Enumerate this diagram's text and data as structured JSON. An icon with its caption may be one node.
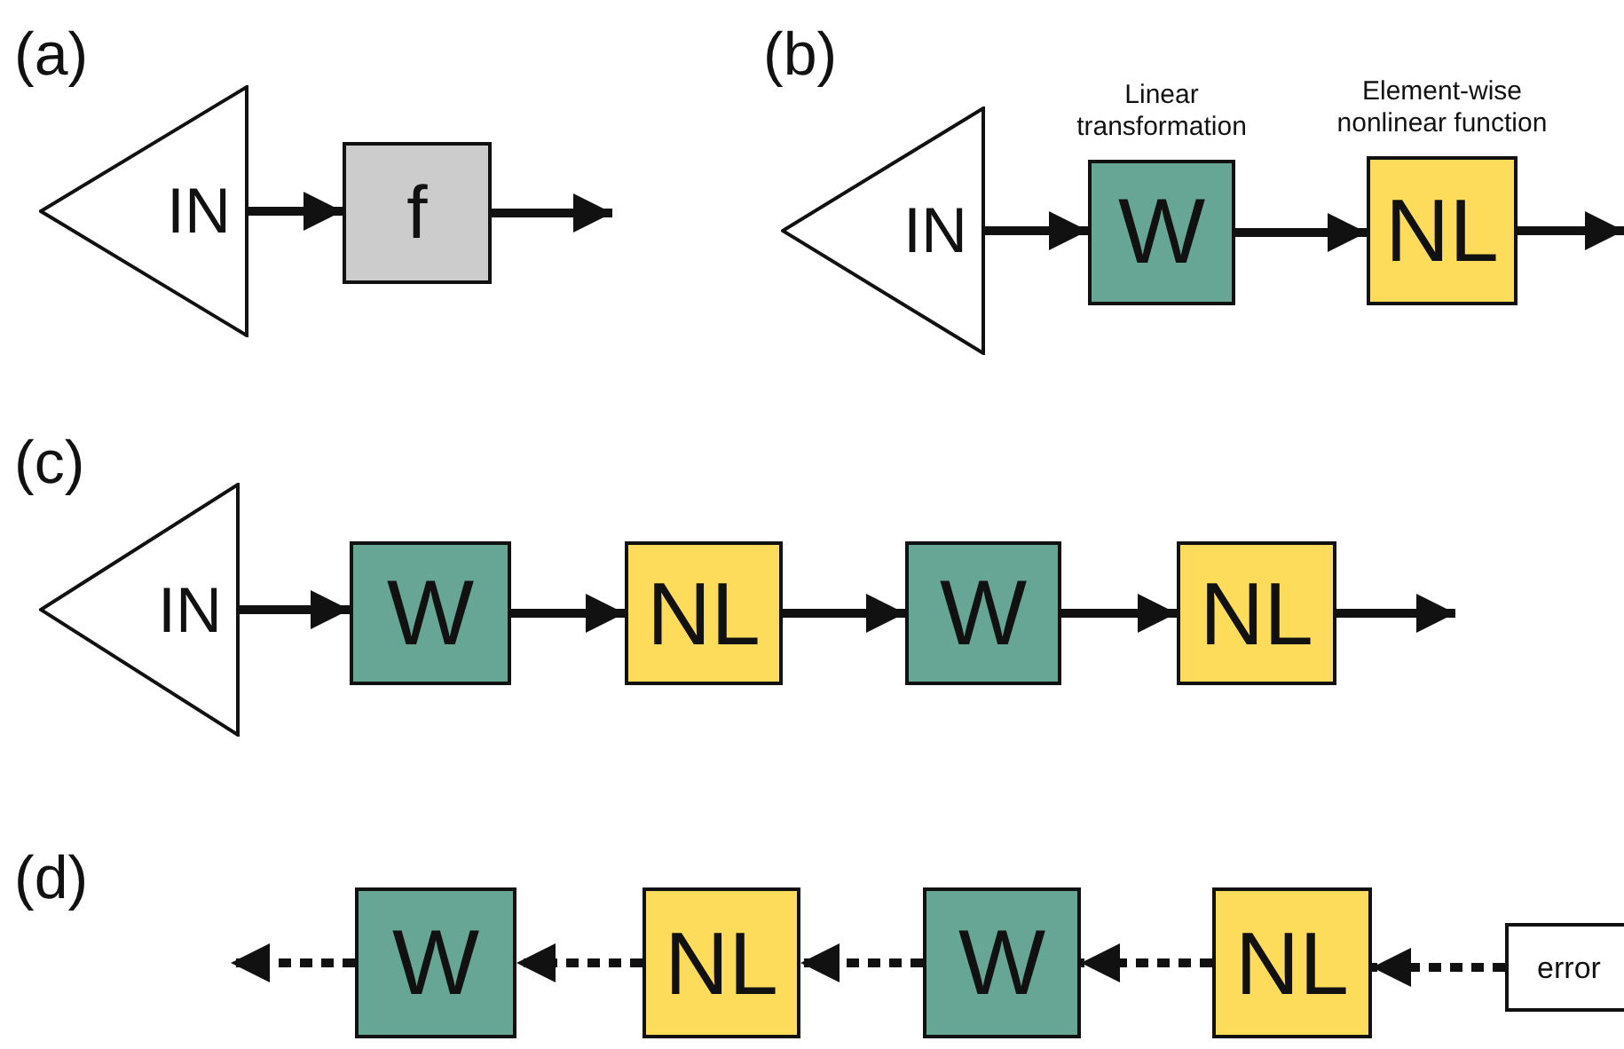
{
  "diagram": {
    "nodes": [
      {
        "text": [
          "IN"
        ]
      },
      {
        "text": [
          "f"
        ]
      },
      {
        "text": [
          "IN"
        ]
      },
      {
        "text": [
          "W"
        ],
        "beside": [
          "Linear transformation"
        ]
      },
      {
        "text": [
          "NL"
        ],
        "beside": [
          "Element-wise nonlinear function"
        ]
      },
      {
        "text": [
          "IN"
        ]
      },
      {
        "text": [
          "W"
        ]
      },
      {
        "text": [
          "NL"
        ]
      },
      {
        "text": [
          "W"
        ]
      },
      {
        "text": [
          "NL"
        ]
      },
      {
        "text": [
          "W"
        ]
      },
      {
        "text": [
          "NL"
        ]
      },
      {
        "text": [
          "W"
        ]
      },
      {
        "text": [
          "NL"
        ]
      },
      {
        "text": [
          "error"
        ]
      }
    ],
    "edges": [
      {
        "from": 0,
        "to": 1,
        "arrow": "to"
      },
      {
        "from": 1,
        "to": null,
        "arrow": "to"
      },
      {
        "from": 2,
        "to": 3,
        "arrow": "to"
      },
      {
        "from": 3,
        "to": 4,
        "arrow": "to"
      },
      {
        "from": 4,
        "to": null,
        "arrow": "to"
      },
      {
        "from": 5,
        "to": 6,
        "arrow": "to"
      },
      {
        "from": 6,
        "to": 7,
        "arrow": "to"
      },
      {
        "from": 7,
        "to": 8,
        "arrow": "to"
      },
      {
        "from": 8,
        "to": 9,
        "arrow": "to"
      },
      {
        "from": 9,
        "to": null,
        "arrow": "to"
      },
      {
        "from": 14,
        "to": 13,
        "arrow": "to",
        "style": "dashed"
      },
      {
        "from": 13,
        "to": 12,
        "arrow": "to",
        "style": "dashed"
      },
      {
        "from": 12,
        "to": 11,
        "arrow": "to",
        "style": "dashed"
      },
      {
        "from": 11,
        "to": 10,
        "arrow": "to",
        "style": "dashed"
      },
      {
        "from": 10,
        "to": null,
        "arrow": "to",
        "style": "dashed"
      }
    ],
    "labels": [
      "(a)",
      "(b)",
      "(c)",
      "(d)"
    ]
  }
}
